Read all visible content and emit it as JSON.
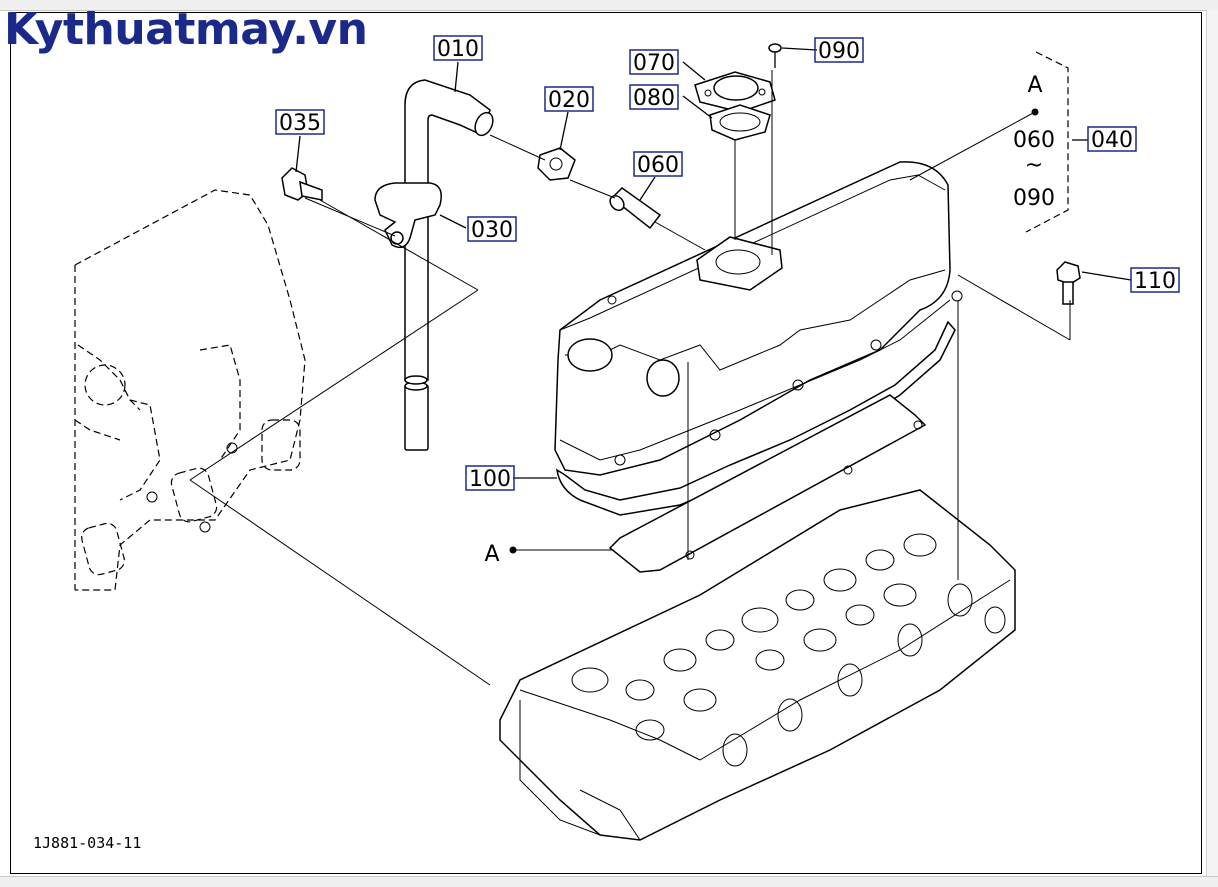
{
  "watermark": "Kythuatmay.vn",
  "diagram_ref": "1J881-034-11",
  "parts": {
    "p010": "010",
    "p020": "020",
    "p030": "030",
    "p035": "035",
    "p040": "040",
    "p060": "060",
    "p070": "070",
    "p080": "080",
    "p090": "090",
    "p100": "100",
    "p110": "110"
  },
  "group_a": {
    "label_top": "A",
    "range_start": "060",
    "range_sep": "~",
    "range_end": "090",
    "label_bottom": "A"
  },
  "colors": {
    "label_box": "#1b2a8a",
    "watermark": "#1b2a8a",
    "line": "#000000"
  }
}
